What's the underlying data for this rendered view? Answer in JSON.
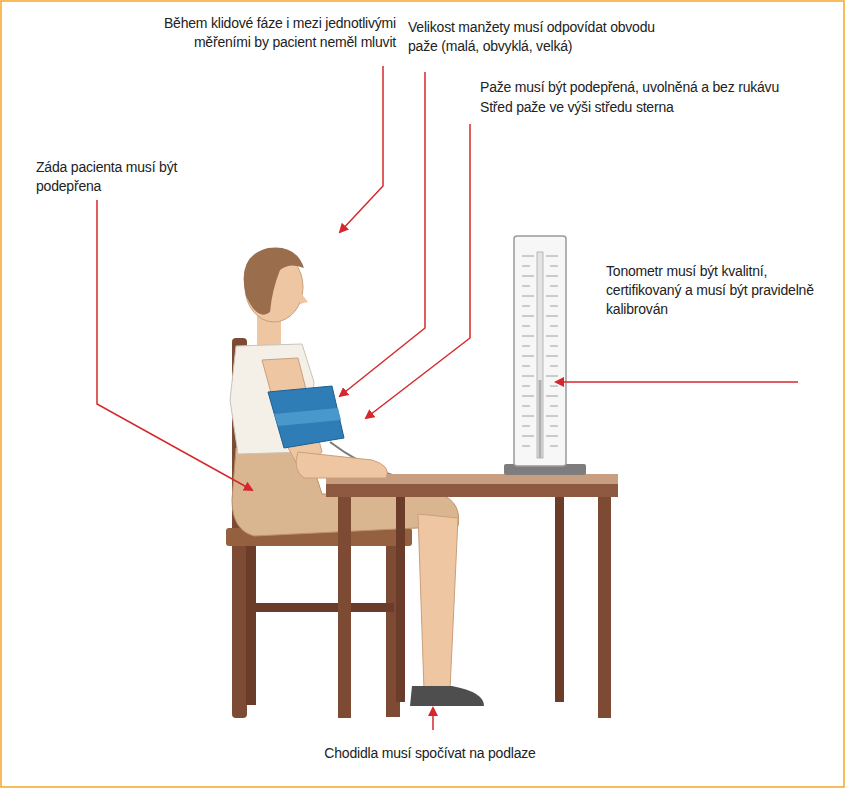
{
  "diagram": {
    "labels": [
      "Během klidové fáze i mezi jednotlivými měřeními by pacient neměl mluvit",
      "Velikost manžety musí odpovídat obvodu paže (malá, obvyklá, velká)",
      "Paže musí být podepřená, uvolněná a bez rukávu",
      "Střed paže ve výši středu sterna",
      "Záda pacienta musí být podepřena",
      "Tonometr musí být kvalitní, certifikovaný a musí být pravidelně kalibrován",
      "Chodidla musí spočívat na podlaze"
    ]
  }
}
